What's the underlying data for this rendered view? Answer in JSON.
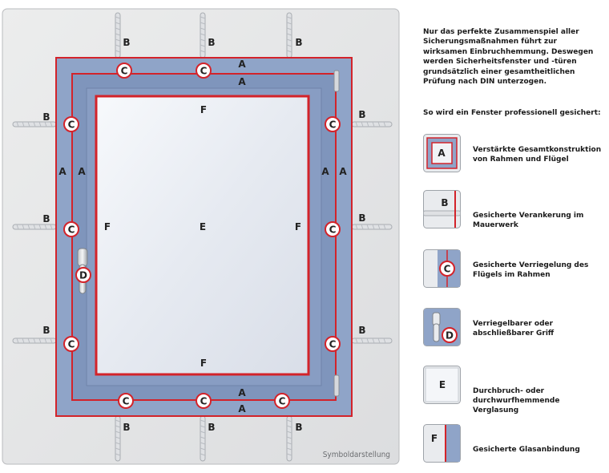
{
  "caption": "Symboldarstellung",
  "intro": "Nur das perfekte Zusammenspiel aller Sicherungsmaßnahmen führt zur wirksamen Einbruchhemmung. Deswegen werden Sicherheitsfenster und -türen grundsätzlich einer gesamtheitlichen Prüfung nach DIN unterzogen.",
  "subheading": "So wird ein Fenster professionell gesichert:",
  "labels": {
    "A": "A",
    "B": "B",
    "C": "C",
    "D": "D",
    "E": "E",
    "F": "F"
  },
  "legend": [
    {
      "key": "A",
      "text": "Verstärkte Gesamtkonstruktion von Rahmen und Flügel"
    },
    {
      "key": "B",
      "text": "Gesicherte Verankerung im Mauerwerk"
    },
    {
      "key": "C",
      "text": "Gesicherte Verriegelung des Flügels im Rahmen"
    },
    {
      "key": "D",
      "text": "Verriegelbarer oder abschließbarer Griff"
    },
    {
      "key": "E",
      "text": "Durchbruch- oder durchwurfhemmende Verglasung"
    },
    {
      "key": "F",
      "text": "Gesicherte Glasanbindung"
    }
  ],
  "colors": {
    "frame": "#8fa4c8",
    "frame_dark": "#7f95bc",
    "accent": "#d3232a",
    "panel": "#e7e8ea",
    "glass": "#eef1f6"
  }
}
